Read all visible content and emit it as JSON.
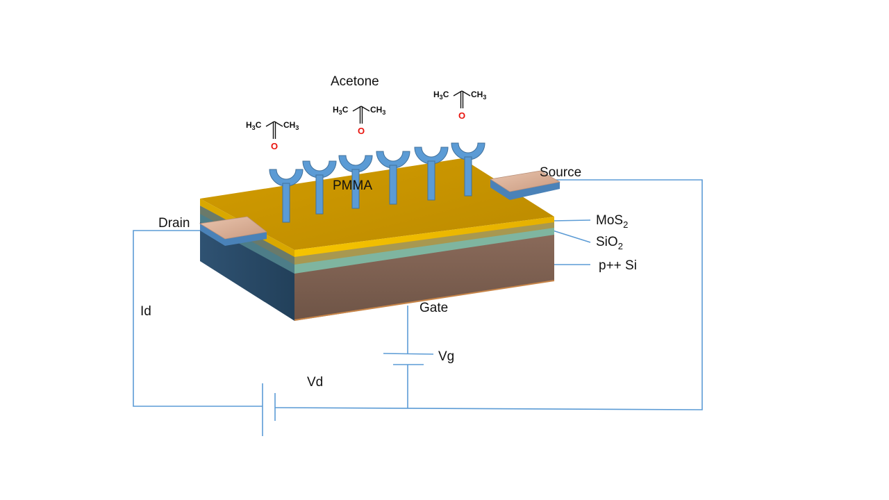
{
  "labels": {
    "acetone": "Acetone",
    "pmma": "PMMA",
    "source": "Source",
    "drain": "Drain",
    "mos2_base": "MoS",
    "mos2_sub": "2",
    "sio2_base": "SiO",
    "sio2_sub": "2",
    "psi": "p++ Si",
    "gate": "Gate",
    "vg": "Vg",
    "vd": "Vd",
    "id": "Id"
  },
  "molecule": {
    "left_base": "H",
    "left_sub": "3",
    "left_tail": "C",
    "right_head": "CH",
    "right_sub": "3",
    "oxygen": "O"
  },
  "colors": {
    "pmma": "#c99400",
    "pmma_edge": "#f2c200",
    "mos2": "#a89850",
    "sio2": "#7fb5a0",
    "si_front": "#7a5e50",
    "si_side": "#2b4a66",
    "contact": "#e2b8a0",
    "contact_edge": "#4a82b8",
    "receptor": "#5b9bd5",
    "wire": "#5b9bd5"
  }
}
